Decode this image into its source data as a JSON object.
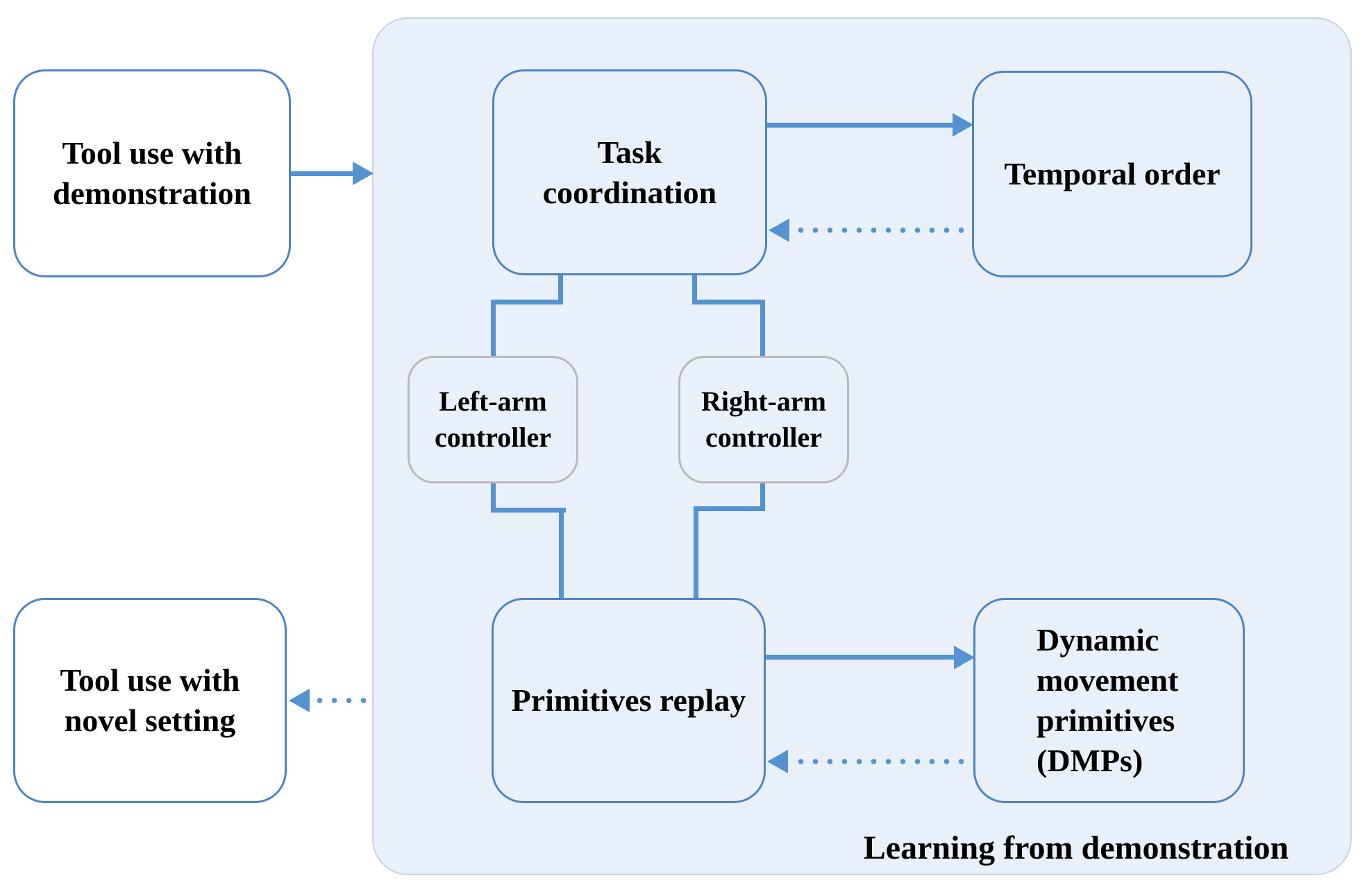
{
  "nodes": {
    "tool_demo": {
      "label": "Tool use with\ndemonstration"
    },
    "task_coordination": {
      "label": "Task\ncoordination"
    },
    "temporal_order": {
      "label": "Temporal order"
    },
    "left_arm_controller": {
      "label": "Left-arm\ncontroller"
    },
    "right_arm_controller": {
      "label": "Right-arm\ncontroller"
    },
    "primitives_replay": {
      "label": "Primitives replay"
    },
    "dmps": {
      "label": "Dynamic\nmovement\nprimitives\n(DMPs)"
    },
    "tool_novel": {
      "label": "Tool use with\nnovel setting"
    }
  },
  "container": {
    "label": "Learning from demonstration"
  },
  "edges": [
    {
      "from": "tool_demo",
      "to": "learning_container",
      "style": "solid-arrow"
    },
    {
      "from": "task_coordination",
      "to": "temporal_order",
      "style": "solid-arrow"
    },
    {
      "from": "temporal_order",
      "to": "task_coordination",
      "style": "dotted-arrow"
    },
    {
      "from": "task_coordination",
      "to": "left_arm_controller",
      "style": "solid-elbow"
    },
    {
      "from": "task_coordination",
      "to": "right_arm_controller",
      "style": "solid-elbow"
    },
    {
      "from": "left_arm_controller",
      "to": "primitives_replay",
      "style": "solid-elbow"
    },
    {
      "from": "right_arm_controller",
      "to": "primitives_replay",
      "style": "solid-elbow"
    },
    {
      "from": "primitives_replay",
      "to": "dmps",
      "style": "solid-arrow"
    },
    {
      "from": "dmps",
      "to": "primitives_replay",
      "style": "dotted-arrow"
    },
    {
      "from": "learning_container",
      "to": "tool_novel",
      "style": "dotted-arrow"
    }
  ],
  "colors": {
    "border_blue": "#4d84c4",
    "arrow_blue": "#5592d2",
    "gray_border": "#b9b9b9",
    "container_fill": "#e9f0fa",
    "container_border": "#c6d2e4",
    "white_fill": "#ffffff",
    "text_color": "#000000"
  }
}
